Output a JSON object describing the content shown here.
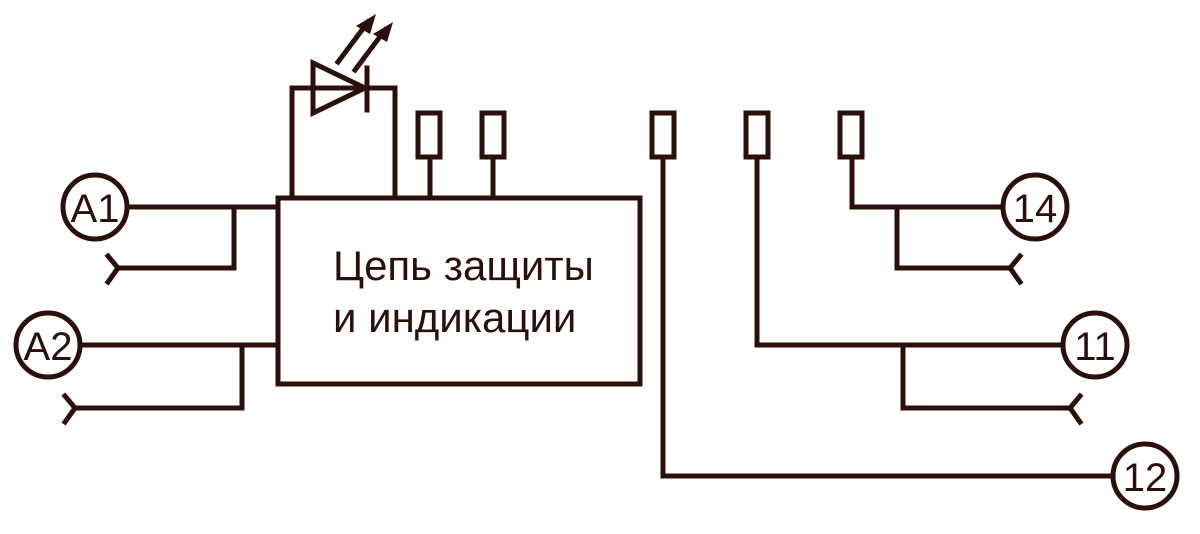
{
  "block": {
    "line1": "Цепь защиты",
    "line2": "и индикации"
  },
  "terminals": {
    "a1": "A1",
    "a2": "A2",
    "t14": "14",
    "t11": "11",
    "t12": "12"
  },
  "colors": {
    "stroke": "#2a0f0a",
    "background": "#ffffff"
  }
}
